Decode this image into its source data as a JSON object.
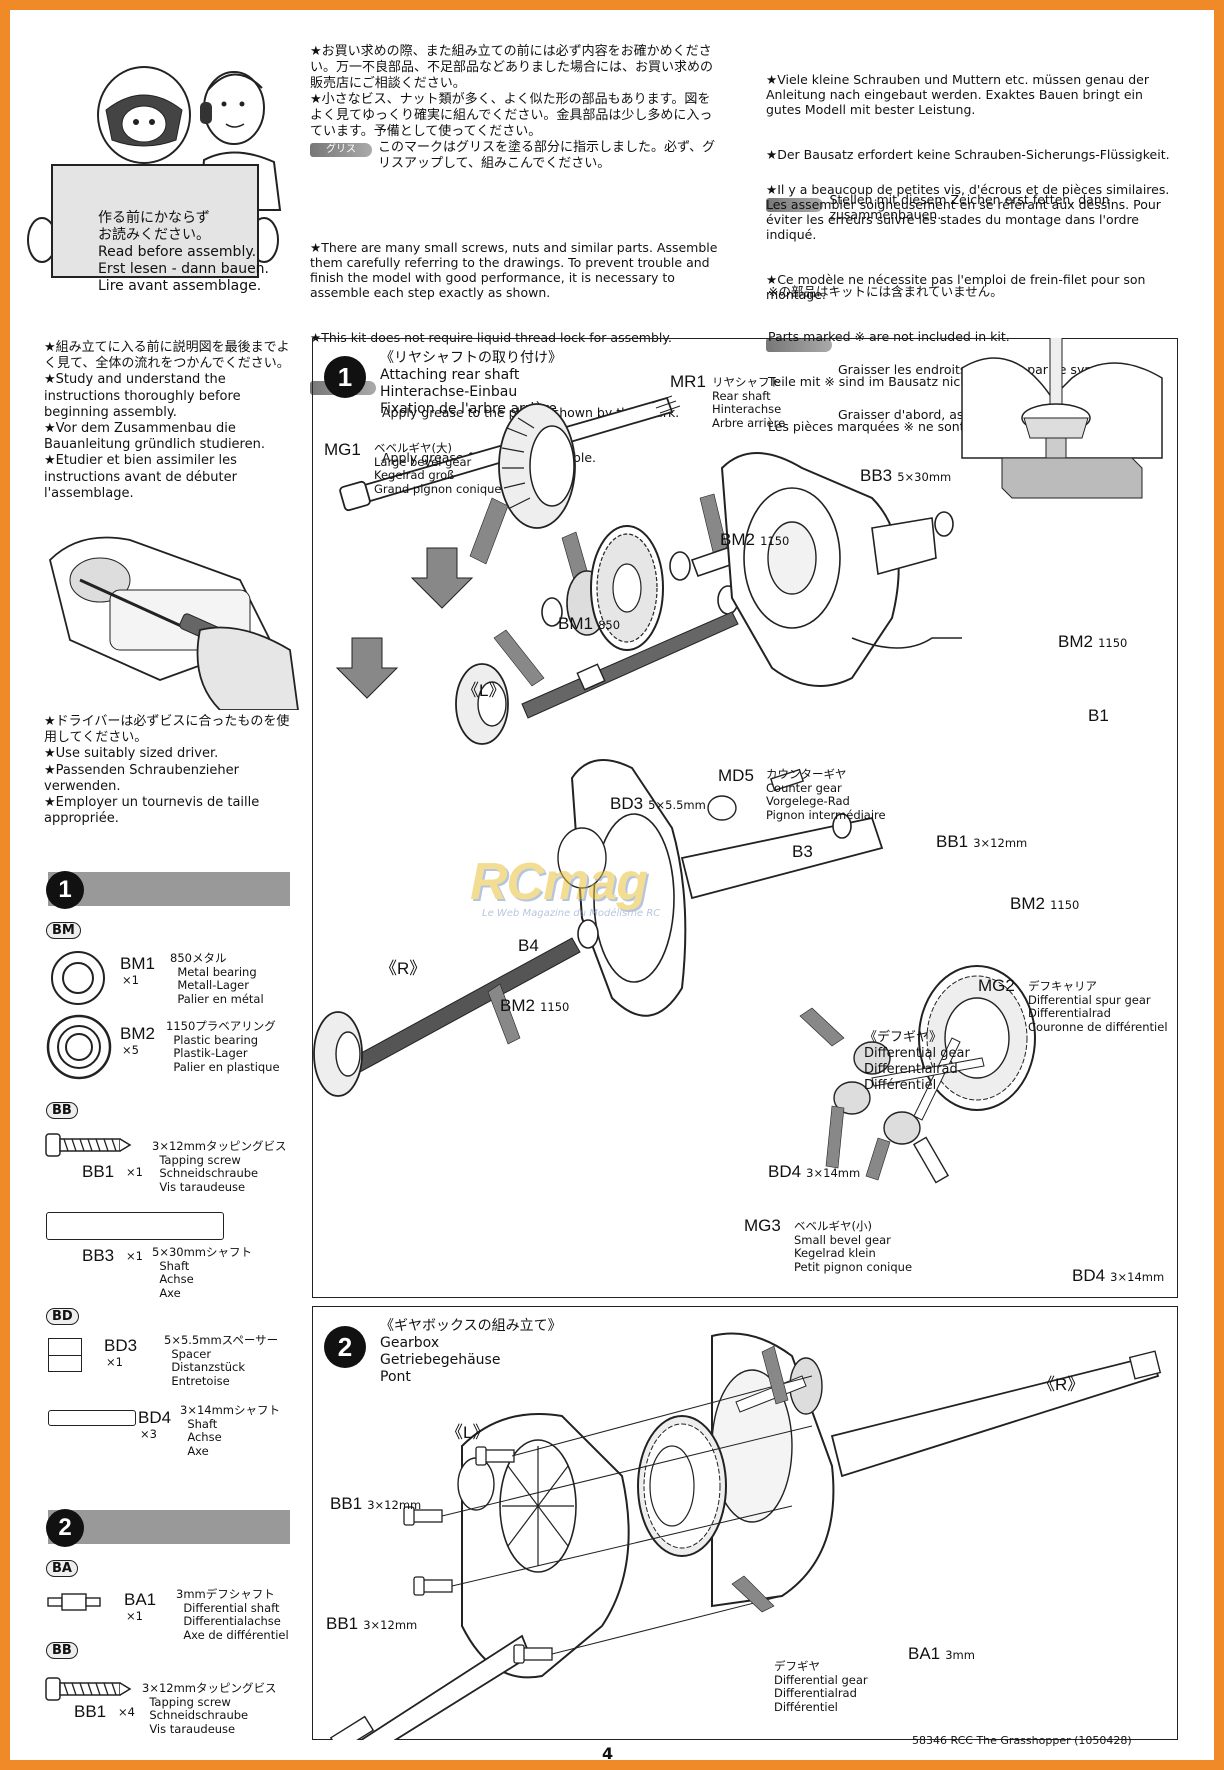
{
  "intro": {
    "sign_jp_1": "作る前にかならず",
    "sign_jp_2": "お読みください。",
    "sign_en": "Read before assembly.",
    "sign_de": "Erst lesen - dann bauen.",
    "sign_fr": "Lire avant assemblage."
  },
  "notes_jp": {
    "p1": "★お買い求めの際、また組み立ての前には必ず内容をお確かめください。万一不良部品、不足部品などありました場合には、お買い求めの販売店にご相談ください。",
    "p2": "★小さなビス、ナット類が多く、よく似た形の部品もあります。図をよく見てゆっくり確実に組んでください。金具部品は少し多めに入っています。予備として使ってください。",
    "grease_tag": "グリス",
    "grease_jp": "このマークはグリスを塗る部分に指示しました。必ず、グリスアップして、組みこんでください。"
  },
  "notes_en": {
    "p1": "★There are many small screws, nuts and similar parts. Assemble them carefully referring to the drawings. To prevent trouble and finish the model with good performance, it is necessary to assemble each step exactly as shown.",
    "p2": "★This kit does not require liquid thread lock for assembly.",
    "g1": "Apply grease to the places shown by this mark.",
    "g2": "Apply grease first, then assemble."
  },
  "notes_de": {
    "p1": "★Viele kleine Schrauben und Muttern etc. müssen genau der Anleitung nach eingebaut werden. Exaktes Bauen bringt ein gutes Modell mit bester Leistung.",
    "p2": "★Der Bausatz erfordert keine Schrauben-Sicherungs-Flüssigkeit.",
    "g": "Stellen mit diesem Zeichen erst fetten, dann zusammenbauen."
  },
  "notes_fr": {
    "p1": "★Il y a beaucoup de petites vis, d'écrous et de pièces similaires. Les assembler soigneusement en se référant aux dessins. Pour éviter les erreurs suivre les stades du montage dans l'ordre indiqué.",
    "p2": "★Ce modèle ne nécessite pas l'emploi de frein-filet pour son montage.",
    "g1": "Graisser les endroits indiqués par ce symbole.",
    "g2": "Graisser d'abord, assembler ensuite."
  },
  "not_included": {
    "jp": "※の部品はキットには含まれていません。",
    "en": "Parts marked ※ are not included in kit.",
    "de": "Teile mit ※ sind im Bausatz nicht enthalten.",
    "fr": "Les pièces marquées ※ ne sont pas incluses dans le kit."
  },
  "side_notes": {
    "study": "★組み立てに入る前に説明図を最後までよく見て、全体の流れをつかんでください。\n★Study and understand the instructions thoroughly before beginning assembly.\n★Vor dem Zusammenbau die Bauanleitung gründlich studieren.\n★Etudier et bien assimiler les instructions avant de débuter l'assemblage.",
    "driver": "★ドライバーは必ずビスに合ったものを使用してください。\n★Use suitably sized driver.\n★Passenden Schraubenzieher verwenden.\n★Employer un tournevis de taille appropriée."
  },
  "parts_step1": {
    "num": "1",
    "bag_bm": "BM",
    "bm1_id": "BM1",
    "bm1_qty": "×1",
    "bm1_desc": "850メタル\n  Metal bearing\n  Metall-Lager\n  Palier en métal",
    "bm2_id": "BM2",
    "bm2_qty": "×5",
    "bm2_desc": "1150プラベアリング\n  Plastic bearing\n  Plastik-Lager\n  Palier en plastique",
    "bag_bb": "BB",
    "bb1_id": "BB1",
    "bb1_qty": "×1",
    "bb1_desc": "3×12mmタッピングビス\n  Tapping screw\n  Schneidschraube\n  Vis taraudeuse",
    "bb3_id": "BB3",
    "bb3_qty": "×1",
    "bb3_desc": "5×30mmシャフト\n  Shaft\n  Achse\n  Axe",
    "bag_bd": "BD",
    "bd3_id": "BD3",
    "bd3_qty": "×1",
    "bd3_desc": "5×5.5mmスペーサー\n  Spacer\n  Distanzstück\n  Entretoise",
    "bd4_id": "BD4",
    "bd4_qty": "×3",
    "bd4_desc": "3×14mmシャフト\n  Shaft\n  Achse\n  Axe"
  },
  "parts_step2": {
    "num": "2",
    "bag_ba": "BA",
    "ba1_id": "BA1",
    "ba1_qty": "×1",
    "ba1_desc": "3mmデフシャフト\n  Differential shaft\n  Differentialachse\n  Axe de différentiel",
    "bag_bb": "BB",
    "bb1_id": "BB1",
    "bb1_qty": "×4",
    "bb1_desc": "3×12mmタッピングビス\n  Tapping screw\n  Schneidschraube\n  Vis taraudeuse"
  },
  "step1": {
    "num": "1",
    "title_jp": "《リヤシャフトの取り付け》",
    "title_en": "Attaching rear shaft",
    "title_de": "Hinterachse-Einbau",
    "title_fr": "Fixation de l'arbre arrière",
    "mr1": "MR1",
    "mr1_d": "リヤシャフト\nRear shaft\nHinterachse\nArbre arrière",
    "mg1": "MG1",
    "mg1_d": "ベベルギヤ(大)\nLarge bevel gear\nKegelrad groß\nGrand pignon conique",
    "bb3": "BB3",
    "bb3_s": "5×30mm",
    "bm2": "BM2",
    "bm2_s": "1150",
    "bm1": "BM1",
    "bm1_s": "850",
    "b1": "B1",
    "md5": "MD5",
    "md5_d": "カウンターギヤ\nCounter gear\nVorgelege-Rad\nPignon intermédiaire",
    "bd3": "BD3",
    "bd3_s": "5×5.5mm",
    "left": "《L》",
    "right": "《R》",
    "b3": "B3",
    "bb1": "BB1",
    "bb1_s": "3×12mm",
    "b4": "B4",
    "mg2": "MG2",
    "mg2_d": "デフキャリア\nDifferential spur gear\nDifferentialrad\nCouronne de différentiel",
    "diff": "《デフギヤ》\nDifferential gear\nDifferentialrad\nDifférentiel",
    "bd4": "BD4",
    "bd4_s": "3×14mm",
    "mg3": "MG3",
    "mg3_d": "ベベルギヤ(小)\nSmall bevel gear\nKegelrad klein\nPetit pignon conique"
  },
  "step2": {
    "num": "2",
    "title_jp": "《ギヤボックスの組み立て》",
    "title_en": "Gearbox",
    "title_de": "Getriebegehäuse",
    "title_fr": "Pont",
    "left": "《L》",
    "right": "《R》",
    "bb1": "BB1",
    "bb1_s": "3×12mm",
    "ba1": "BA1",
    "ba1_s": "3mm",
    "diff": "デフギヤ\nDifferential gear\nDifferentialrad\nDifférentiel"
  },
  "watermark": {
    "logo": "RCmag",
    "tagline": "Le Web Magazine du Modélisme RC"
  },
  "footer": {
    "page": "4",
    "code": "58346 RCC The Grasshopper (1050428)"
  }
}
